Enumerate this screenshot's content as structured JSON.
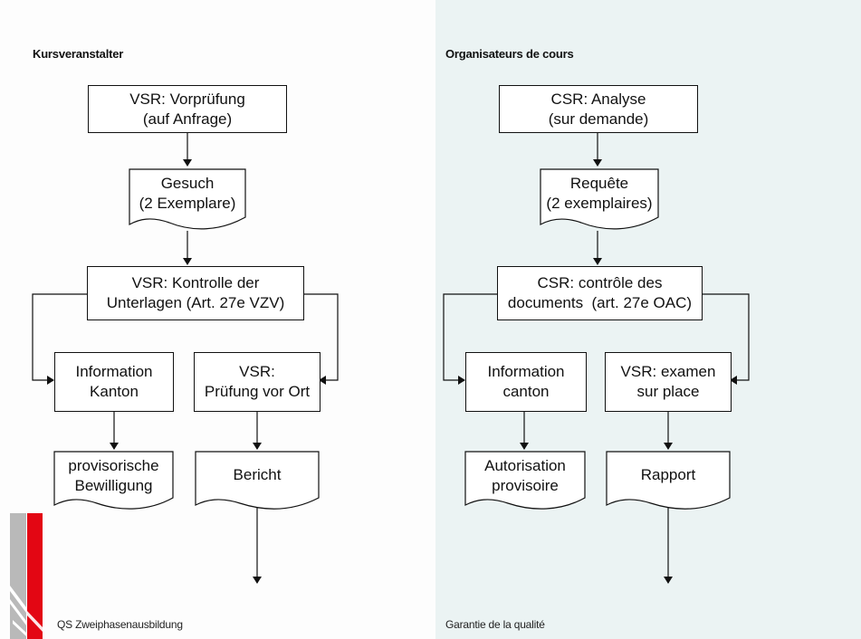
{
  "left": {
    "heading": "Kursveranstalter",
    "top_box": [
      "VSR: Vorprüfung",
      "(auf Anfrage)"
    ],
    "request_doc": [
      "Gesuch",
      "(2 Exemplare)"
    ],
    "control_box": [
      "VSR: Kontrolle der",
      "Unterlagen (Art. 27e VZV)"
    ],
    "info_box": [
      "Information",
      "Kanton"
    ],
    "exam_box": [
      "VSR:",
      "Prüfung vor Ort"
    ],
    "approval_doc": [
      "provisorische",
      "Bewilligung"
    ],
    "report_doc": [
      "Bericht"
    ],
    "footer": "QS Zweiphasenausbildung"
  },
  "right": {
    "heading": "Organisateurs de cours",
    "top_box": [
      "CSR: Analyse",
      "(sur demande)"
    ],
    "request_doc": [
      "Requête",
      "(2 exemplaires)"
    ],
    "control_box": [
      "CSR: contrôle des",
      "documents  (art. 27e OAC)"
    ],
    "info_box": [
      "Information",
      "canton"
    ],
    "exam_box": [
      "VSR: examen",
      "sur place"
    ],
    "approval_doc": [
      "Autorisation",
      "provisoire"
    ],
    "report_doc": [
      "Rapport"
    ],
    "footer": "Garantie de la qualité"
  },
  "colors": {
    "left_background": "#fdfdfd",
    "right_background": "#ebf3f3",
    "logo_red": "#e30613",
    "logo_gray": "#b9b9b9"
  },
  "icons": [
    "logo-stripes-icon"
  ]
}
